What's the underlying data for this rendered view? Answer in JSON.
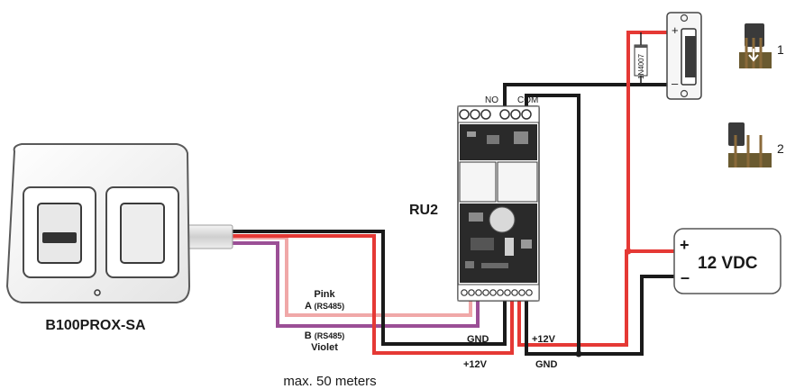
{
  "devices": {
    "reader": {
      "name": "B100PROX-SA"
    },
    "relay": {
      "name": "RU2",
      "terminal_no": "NO",
      "terminal_com": "COM"
    },
    "power_supply": {
      "label": "12 VDC",
      "plus": "+",
      "minus": "–"
    },
    "strike": {
      "plus": "+",
      "minus": "–",
      "diode": "1N4007"
    },
    "jumpers": {
      "pos1": "1",
      "pos2": "2"
    }
  },
  "wires": {
    "pink": {
      "color_name": "Pink",
      "signal": "A",
      "protocol": "(RS485)",
      "color": "#f0a8a8"
    },
    "violet": {
      "color_name": "Violet",
      "signal": "B",
      "protocol": "(RS485)",
      "color": "#9b4f96"
    },
    "red": {
      "color": "#e53935"
    },
    "black": {
      "color": "#1a1a1a"
    }
  },
  "labels": {
    "gnd_left": "GND",
    "v12_left": "+12V",
    "v12_right": "+12V",
    "gnd_right": "GND",
    "distance": "max. 50 meters"
  }
}
